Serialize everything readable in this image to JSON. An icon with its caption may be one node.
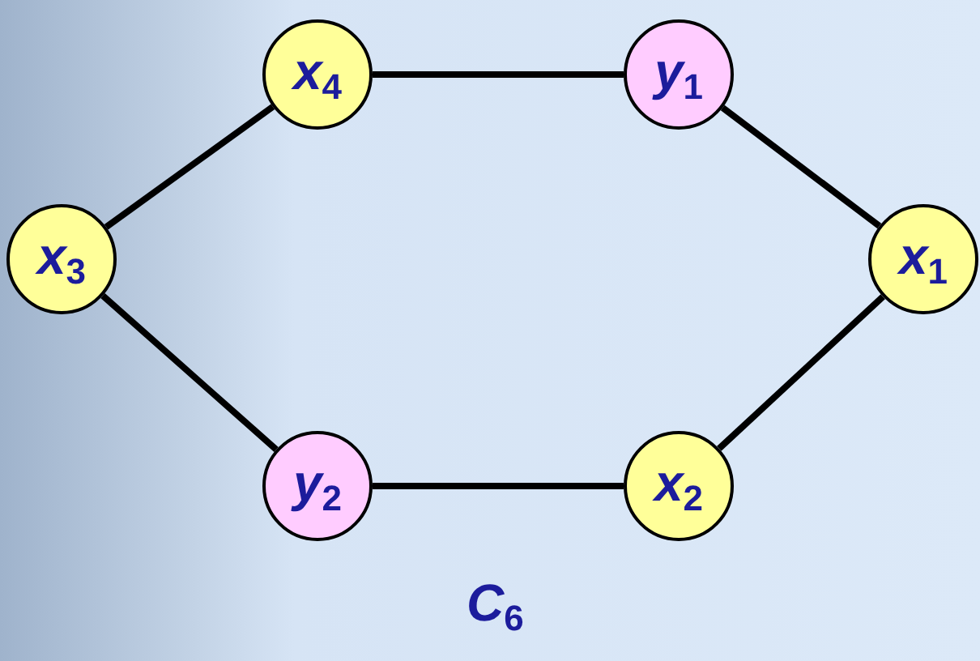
{
  "diagram": {
    "caption": "C$_{6}$",
    "nodes": [
      {
        "text": [
          "x$_{4}$"
        ]
      },
      {
        "text": [
          "y$_{1}$"
        ]
      },
      {
        "text": [
          "x$_{3}$"
        ]
      },
      {
        "text": [
          "x$_{1}$"
        ]
      },
      {
        "text": [
          "y$_{2}$"
        ]
      },
      {
        "text": [
          "x$_{2}$"
        ]
      }
    ],
    "edges": [
      {
        "from": 2,
        "to": 0,
        "arrow": "none"
      },
      {
        "from": 0,
        "to": 1,
        "arrow": "none"
      },
      {
        "from": 1,
        "to": 3,
        "arrow": "none"
      },
      {
        "from": 3,
        "to": 5,
        "arrow": "none"
      },
      {
        "from": 5,
        "to": 4,
        "arrow": "none"
      },
      {
        "from": 4,
        "to": 2,
        "arrow": "none"
      }
    ]
  }
}
